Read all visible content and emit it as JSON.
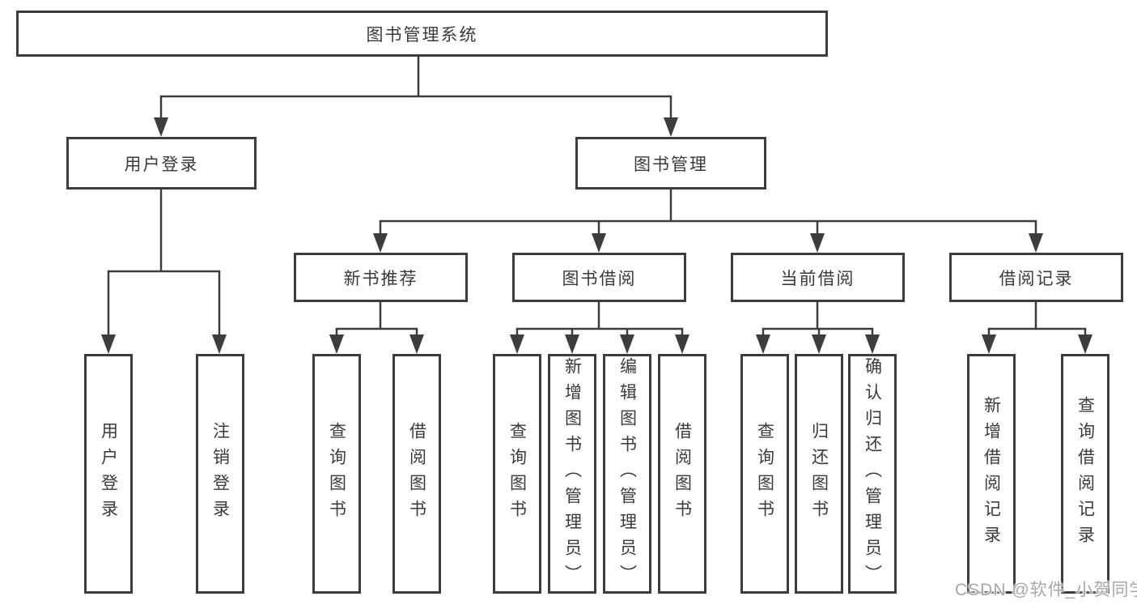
{
  "diagram": {
    "title": "图书管理系统",
    "level2": [
      {
        "label": "用户登录",
        "children": [
          "用户登录",
          "注销登录"
        ]
      },
      {
        "label": "图书管理",
        "modules": [
          {
            "label": "新书推荐",
            "children": [
              "查询图书",
              "借阅图书"
            ]
          },
          {
            "label": "图书借阅",
            "children": [
              "查询图书",
              "新增图书（管理员）",
              "编辑图书（管理员）",
              "借阅图书"
            ]
          },
          {
            "label": "当前借阅",
            "children": [
              "查询图书",
              "归还图书",
              "确认归还（管理员）"
            ]
          },
          {
            "label": "借阅记录",
            "children": [
              "新增借阅记录",
              "查询借阅记录"
            ]
          }
        ]
      }
    ]
  },
  "watermark": "CSDN @软件_小贺同学",
  "colors": {
    "line": "#3d3d3d",
    "box_border": "#3d3d3d",
    "text": "#3a3a3a",
    "watermark": "#94999e",
    "background": "#ffffff"
  }
}
